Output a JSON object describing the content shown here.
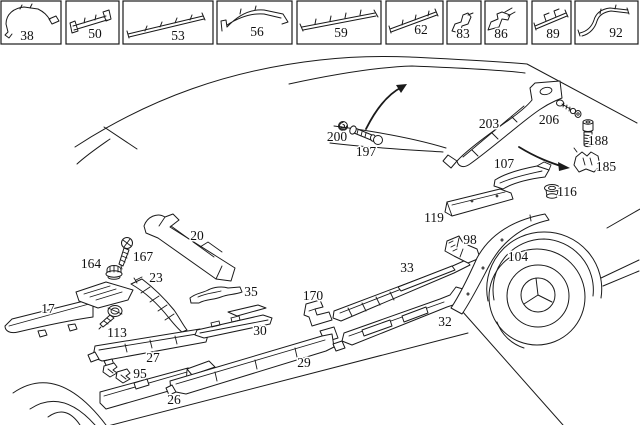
{
  "colors": {
    "background": "#ffffff",
    "line": "#1a1a1a",
    "text": "#111111"
  },
  "top_row": {
    "labels": [
      "38",
      "50",
      "53",
      "56",
      "59",
      "62",
      "83",
      "86",
      "89",
      "92"
    ]
  },
  "diagram": {
    "part_labels": [
      "200",
      "197",
      "203",
      "206",
      "188",
      "185",
      "107",
      "116",
      "119",
      "98",
      "104",
      "20",
      "167",
      "164",
      "23",
      "17",
      "113",
      "35",
      "30",
      "170",
      "33",
      "32",
      "27",
      "95",
      "26",
      "29"
    ],
    "vehicle": "sedan-side-view-line-art",
    "icon_names": [
      "spring-clip-icon",
      "screw-icon",
      "bolt-icon",
      "grommet-icon",
      "push-nut-icon",
      "bracket-clip-icon",
      "mercedes-star-icon",
      "arrow-up-icon",
      "arrow-down-icon"
    ]
  }
}
